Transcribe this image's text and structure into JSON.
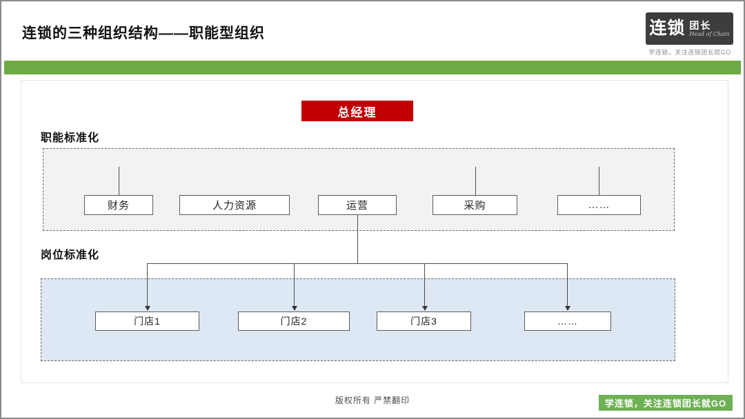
{
  "slide": {
    "title": "连锁的三种组织结构——职能型组织",
    "brand": {
      "logo_primary": "连锁",
      "logo_secondary": "团长",
      "logo_script": "Head of Chain",
      "tagline": "学连锁，关注连锁团长就GO"
    },
    "colors": {
      "accent_green_bar": "#6DAB44",
      "accent_green_badge": "#6EB054",
      "accent_red": "#C00000",
      "panel_gray": "#F2F2F2",
      "panel_blue": "#DDE8F4",
      "logo_dark": "#3D3D3D"
    },
    "footer": {
      "copyright": "版权所有  严禁翻印",
      "badge": "学连锁，关注连锁团长就GO"
    }
  },
  "orgchart": {
    "root": "总经理",
    "section1_label": "职能标准化",
    "section2_label": "岗位标准化",
    "departments": [
      {
        "label": "财务"
      },
      {
        "label": "人力资源"
      },
      {
        "label": "运营"
      },
      {
        "label": "采购"
      },
      {
        "label": "……"
      }
    ],
    "stores": [
      {
        "label": "门店1"
      },
      {
        "label": "门店2"
      },
      {
        "label": "门店3"
      },
      {
        "label": "……"
      }
    ]
  }
}
